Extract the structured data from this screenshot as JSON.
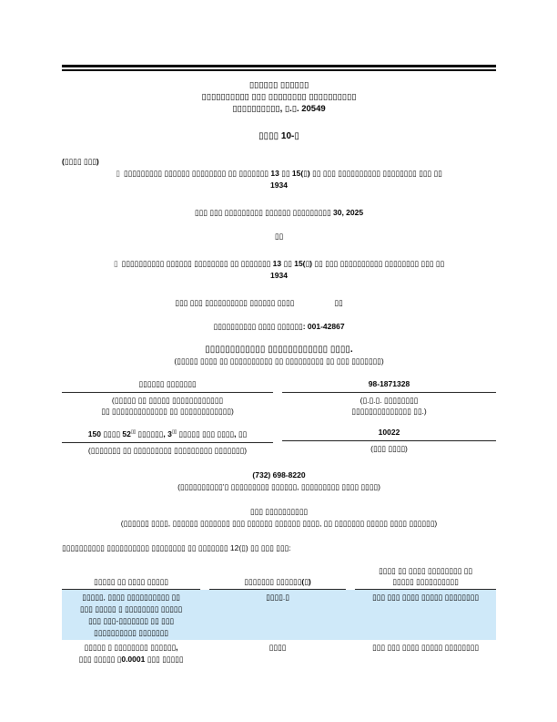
{
  "accent_colors": {
    "highlight_blue": "#cfe9f9",
    "rule_black": "#0d0d0d"
  },
  "header": {
    "agency_line1": "▯▯▯▯▯▯ ▯▯▯▯▯▯",
    "agency_line2": "▯▯▯▯▯▯▯▯▯▯ ▯▯▯ ▯▯▯▯▯▯▯▯ ▯▯▯▯▯▯▯▯▯▯",
    "agency_line3": "▯▯▯▯▯▯▯▯▯▯, ▯.▯. 20549",
    "form_title": "▯▯▯▯ 10-▯"
  },
  "mark_one_label": "(▯▯▯▯ ▯▯▯)",
  "quarterly_item": {
    "checkbox": "▯",
    "line1": "▯▯▯▯▯▯▯▯▯ ▯▯▯▯▯▯ ▯▯▯▯▯▯▯▯ ▯▯ ▯▯▯▯▯▯▯ 13 ▯▯ 15(▯) ▯▯ ▯▯▯ ▯▯▯▯▯▯▯▯▯▯ ▯▯▯▯▯▯▯▯ ▯▯▯ ▯▯",
    "line2": "1934"
  },
  "period_line": "▯▯▯ ▯▯▯ ▯▯▯▯▯▯▯▯▯ ▯▯▯▯▯▯ ▯▯▯▯▯▯▯▯▯ 30, 2025",
  "or_separator": "▯▯",
  "transition_item": {
    "checkbox": "▯",
    "line1": "▯▯▯▯▯▯▯▯▯▯ ▯▯▯▯▯▯ ▯▯▯▯▯▯▯▯ ▯▯ ▯▯▯▯▯▯▯ 13 ▯▯ 15(▯) ▯▯ ▯▯▯ ▯▯▯▯▯▯▯▯▯▯ ▯▯▯▯▯▯▯▯ ▯▯▯ ▯▯",
    "line2": "1934"
  },
  "transition_period": {
    "from_part": "▯▯▯ ▯▯▯ ▯▯▯▯▯▯▯▯▯▯ ▯▯▯▯▯▯ ▯▯▯▯",
    "to_part": "▯▯"
  },
  "commission_file_line": "▯▯▯▯▯▯▯▯▯▯ ▯▯▯▯ ▯▯▯▯▯▯: 001-42867",
  "registrant": {
    "name": "▯▯▯▯▯▯▯▯▯▯▯▯ ▯▯▯▯▯▯▯▯▯▯▯▯ ▯▯▯▯.",
    "exact_name_caption": "(▯▯▯▯▯ ▯▯▯▯ ▯▯ ▯▯▯▯▯▯▯▯▯▯ ▯▯ ▯▯▯▯▯▯▯▯▯ ▯▯ ▯▯▯ ▯▯▯▯▯▯▯)"
  },
  "incorporation": {
    "state_value": "▯▯▯▯▯▯ ▯▯▯▯▯▯▯",
    "state_caption_line1": "(▯▯▯▯▯ ▯▯ ▯▯▯▯▯ ▯▯▯▯▯▯▯▯▯▯▯▯",
    "state_caption_line2": "▯▯ ▯▯▯▯▯▯▯▯▯▯▯▯▯ ▯▯ ▯▯▯▯▯▯▯▯▯▯▯▯)",
    "ein_value": "98-1871328",
    "ein_caption_line1": "(▯.▯.▯. ▯▯▯▯▯▯▯▯",
    "ein_caption_line2": "▯▯▯▯▯▯▯▯▯▯▯▯▯▯ ▯▯.)"
  },
  "address": {
    "part1": "150 ▯▯▯▯ 52",
    "sup1": "▯▯",
    "part2": " ▯▯▯▯▯▯, 3",
    "sup2": "▯▯",
    "part3": " ▯▯▯▯▯ ▯▯▯ ▯▯▯▯, ▯▯",
    "caption": "(▯▯▯▯▯▯▯ ▯▯ ▯▯▯▯▯▯▯▯▯ ▯▯▯▯▯▯▯▯▯ ▯▯▯▯▯▯▯)",
    "zip_value": "10022",
    "zip_caption": "(▯▯▯ ▯▯▯▯)"
  },
  "phone": {
    "number": "(732) 698-8220",
    "caption": "(▯▯▯▯▯▯▯▯▯▯’▯ ▯▯▯▯▯▯▯▯▯ ▯▯▯▯▯▯, ▯▯▯▯▯▯▯▯▯ ▯▯▯▯ ▯▯▯▯)"
  },
  "former_name": {
    "value": "▯▯▯ ▯▯▯▯▯▯▯▯▯▯",
    "caption": "(▯▯▯▯▯▯ ▯▯▯▯, ▯▯▯▯▯▯ ▯▯▯▯▯▯▯ ▯▯▯ ▯▯▯▯▯▯ ▯▯▯▯▯▯ ▯▯▯▯, ▯▯ ▯▯▯▯▯▯▯ ▯▯▯▯▯ ▯▯▯▯ ▯▯▯▯▯▯)"
  },
  "section12_line": "▯▯▯▯▯▯▯▯▯▯ ▯▯▯▯▯▯▯▯▯▯ ▯▯▯▯▯▯▯▯ ▯▯ ▯▯▯▯▯▯▯ 12(▯) ▯▯ ▯▯▯ ▯▯▯:",
  "securities_table": {
    "headers": {
      "col1": "▯▯▯▯▯ ▯▯ ▯▯▯▯ ▯▯▯▯▯",
      "col2": "▯▯▯▯▯▯▯ ▯▯▯▯▯▯(▯)",
      "col3_line1": "▯▯▯▯ ▯▯ ▯▯▯▯ ▯▯▯▯▯▯▯▯ ▯▯",
      "col3_line2": "▯▯▯▯▯ ▯▯▯▯▯▯▯▯▯▯"
    },
    "rows": [
      {
        "highlighted": true,
        "class_line1": "▯▯▯▯▯, ▯▯▯▯ ▯▯▯▯▯▯▯▯▯▯ ▯▯",
        "class_line2": "▯▯▯ ▯▯▯▯▯ ▯ ▯▯▯▯▯▯▯▯ ▯▯▯▯▯",
        "class_line3": "▯▯▯ ▯▯▯-▯▯▯▯▯▯▯ ▯▯ ▯▯▯",
        "class_line4": "▯▯▯▯▯▯▯▯▯▯ ▯▯▯▯▯▯▯",
        "symbol": "▯▯▯▯.▯",
        "exchange": "▯▯▯ ▯▯▯ ▯▯▯▯ ▯▯▯▯▯ ▯▯▯▯▯▯▯▯"
      },
      {
        "highlighted": false,
        "class_line1": "▯▯▯▯▯ ▯ ▯▯▯▯▯▯▯▯ ▯▯▯▯▯▯,",
        "class_line2": "▯▯▯ ▯▯▯▯▯ ▯0.0001 ▯▯▯ ▯▯▯▯▯",
        "symbol": "▯▯▯▯",
        "exchange": "▯▯▯ ▯▯▯ ▯▯▯▯ ▯▯▯▯▯ ▯▯▯▯▯▯▯▯"
      }
    ]
  }
}
